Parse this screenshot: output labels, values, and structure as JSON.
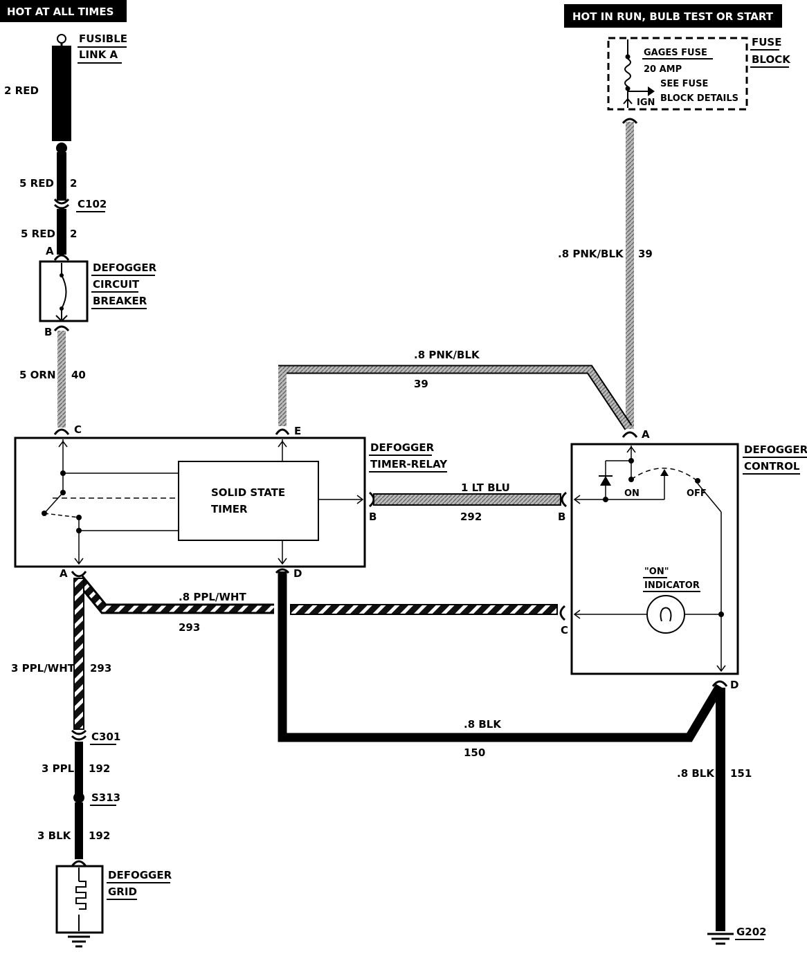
{
  "headers": {
    "hot_at_all_times": "HOT AT ALL TIMES",
    "hot_in_run": "HOT IN RUN, BULB TEST OR START"
  },
  "fusible_link": {
    "line1": "FUSIBLE",
    "line2": "LINK A",
    "wire": "2 RED"
  },
  "c102": {
    "name": "C102",
    "wire_above": "5 RED",
    "circuit_above": "2",
    "wire_below": "5 RED",
    "circuit_below": "2"
  },
  "circuit_breaker": {
    "line1": "DEFOGGER",
    "line2": "CIRCUIT",
    "line3": "BREAKER",
    "pin_top": "A",
    "pin_bottom": "B"
  },
  "wire_40": {
    "wire": "5 ORN",
    "circuit": "40"
  },
  "timer_relay": {
    "line1": "DEFOGGER",
    "line2": "TIMER-RELAY",
    "timer_line1": "SOLID STATE",
    "timer_line2": "TIMER",
    "pin_c": "C",
    "pin_e": "E",
    "pin_b": "B",
    "pin_a": "A",
    "pin_d": "D"
  },
  "fuse_block": {
    "gages_fuse": "GAGES FUSE",
    "amps": "20 AMP",
    "see_line1": "SEE FUSE",
    "see_line2": "BLOCK DETAILS",
    "ign": "IGN",
    "line1": "FUSE",
    "line2": "BLOCK"
  },
  "wire_39_vertical": {
    "wire": ".8 PNK/BLK",
    "circuit": "39"
  },
  "wire_39_top": {
    "wire": ".8 PNK/BLK",
    "circuit": "39"
  },
  "wire_292": {
    "wire": "1 LT BLU",
    "circuit": "292"
  },
  "control": {
    "line1": "DEFOGGER",
    "line2": "CONTROL",
    "on": "ON",
    "off": "OFF",
    "ind_line1": "\"ON\"",
    "ind_line2": "INDICATOR",
    "pin_a": "A",
    "pin_b": "B",
    "pin_c": "C",
    "pin_d": "D"
  },
  "wire_293_horiz": {
    "wire": ".8 PPL/WHT",
    "circuit": "293"
  },
  "wire_293_vert": {
    "wire": "3 PPL/WHT",
    "circuit": "293"
  },
  "wire_150": {
    "wire": ".8 BLK",
    "circuit": "150"
  },
  "wire_151": {
    "wire": ".8 BLK",
    "circuit": "151"
  },
  "c301": {
    "name": "C301",
    "wire": "3 PPL",
    "circuit": "192"
  },
  "s313": {
    "name": "S313",
    "wire": "3 BLK",
    "circuit": "192"
  },
  "grid": {
    "line1": "DEFOGGER",
    "line2": "GRID"
  },
  "ground": {
    "name": "G202"
  }
}
